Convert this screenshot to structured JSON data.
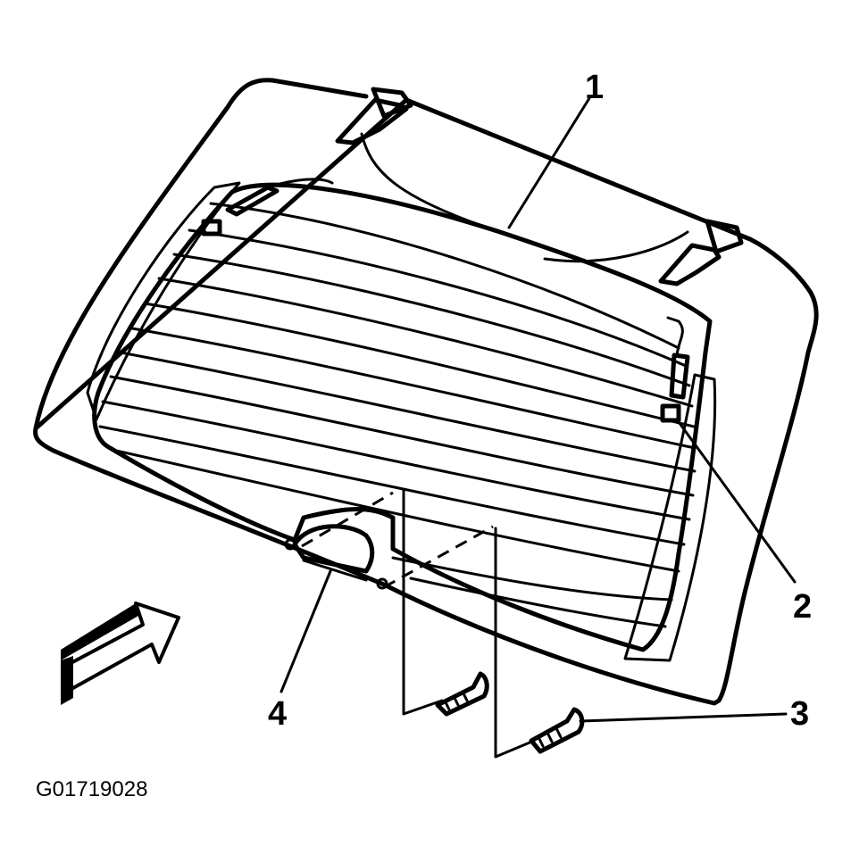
{
  "callouts": {
    "c1": "1",
    "c2": "2",
    "c3": "3",
    "c4": "4"
  },
  "figure_id": "G01719028",
  "colors": {
    "ink": "#000000",
    "paper": "#ffffff"
  }
}
